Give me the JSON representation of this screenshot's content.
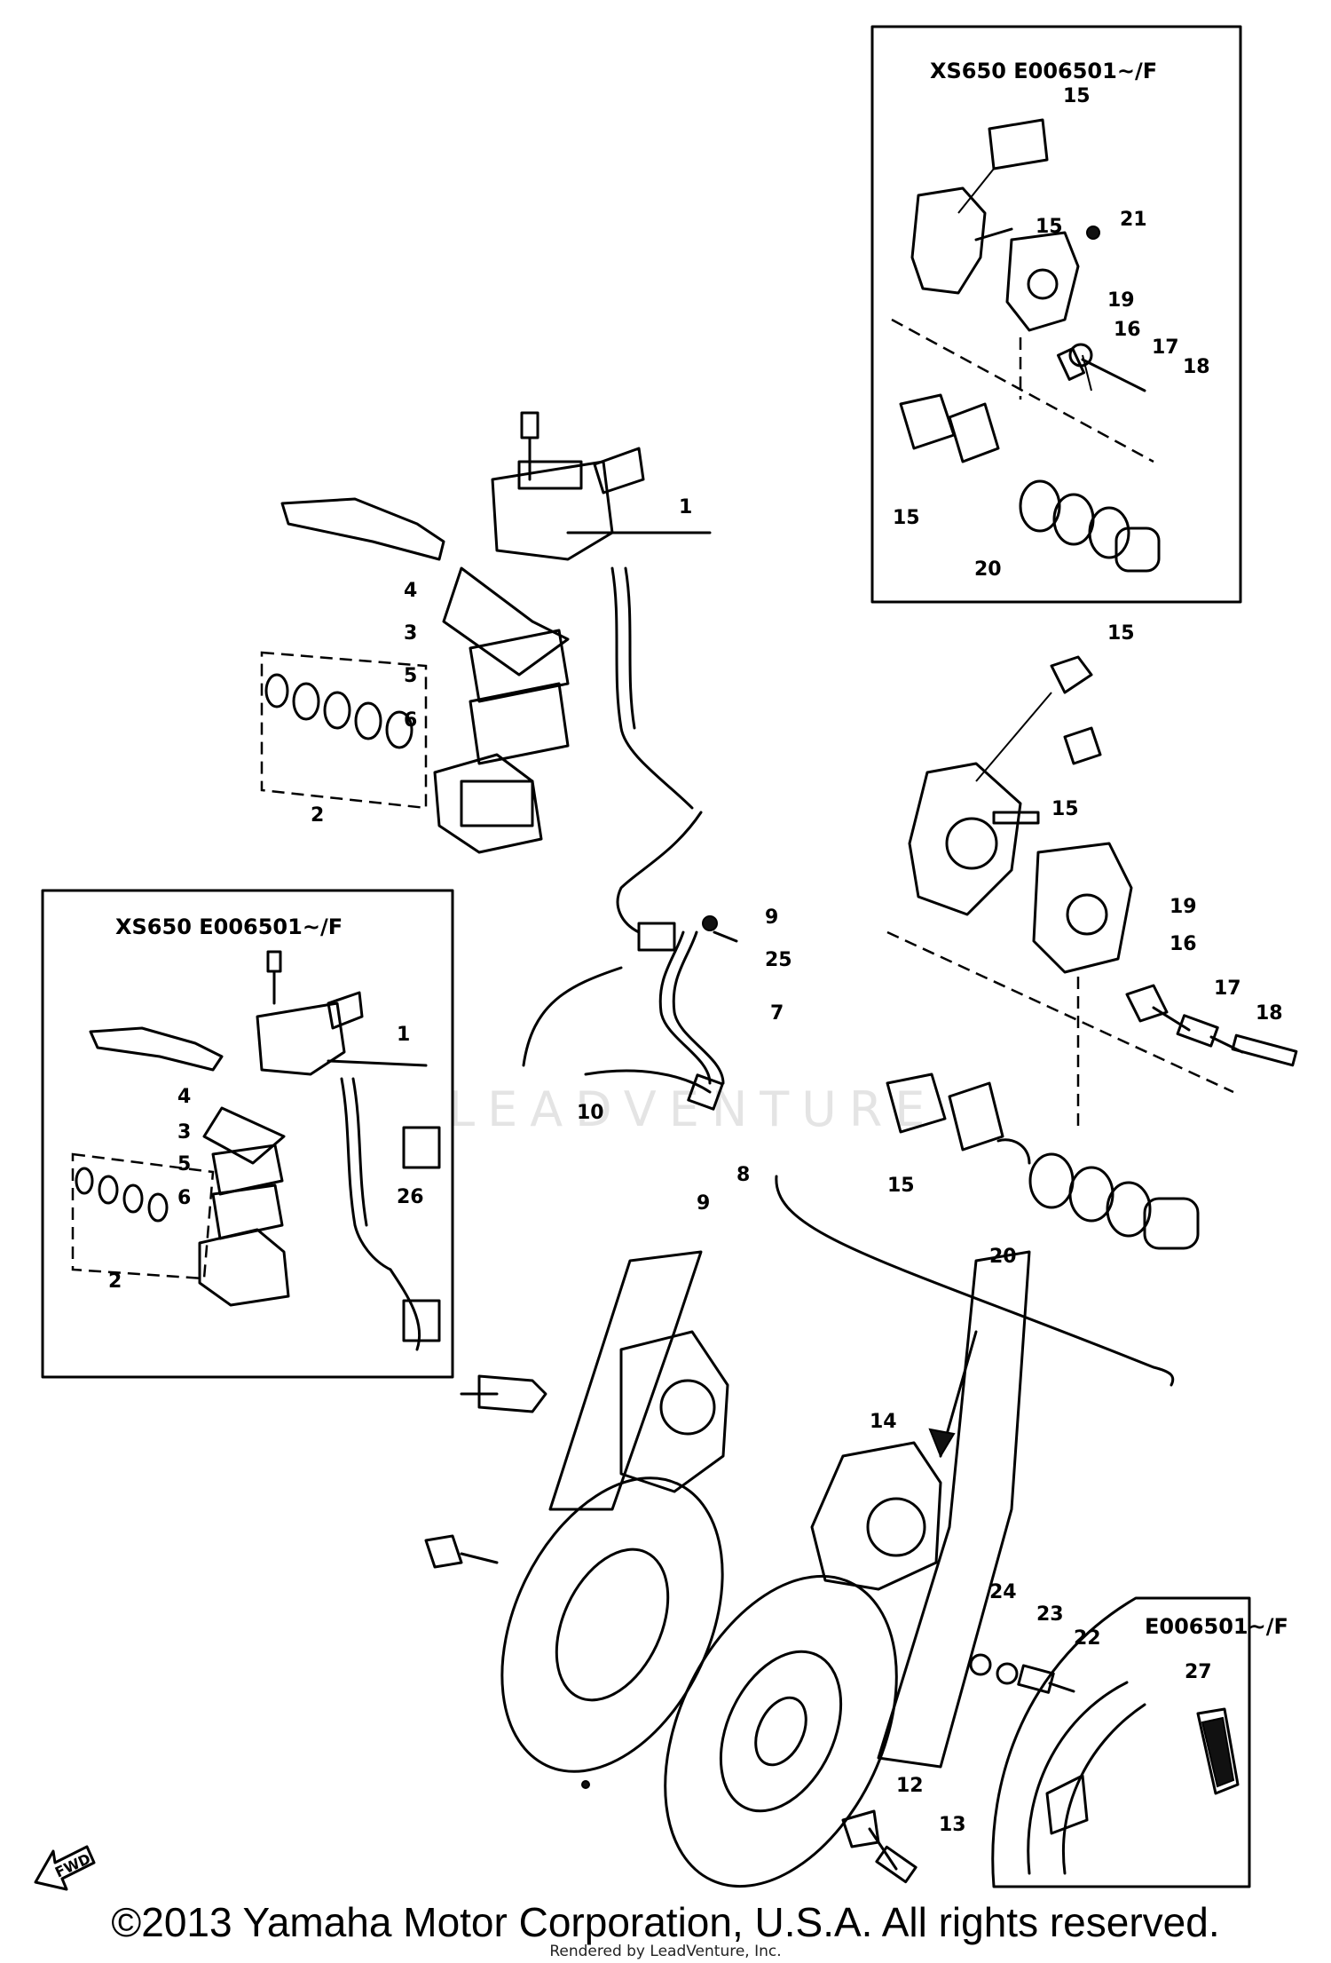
{
  "watermark": "LEADVENTURE",
  "insets": {
    "top_right_title": "XS650 E006501~/F",
    "left_title": "XS650 E006501~/F",
    "bottom_right_title": "E006501~/F"
  },
  "fwd_label": "FWD",
  "parts": {
    "p1": "1",
    "p2": "2",
    "p3": "3",
    "p4": "4",
    "p5": "5",
    "p6": "6",
    "p7": "7",
    "p8": "8",
    "p9": "9",
    "p10": "10",
    "p12": "12",
    "p13": "13",
    "p14": "14",
    "p15": "15",
    "p16": "16",
    "p17": "17",
    "p18": "18",
    "p19": "19",
    "p20": "20",
    "p21": "21",
    "p22": "22",
    "p23": "23",
    "p24": "24",
    "p25": "25",
    "p26": "26",
    "p27": "27"
  },
  "footer": {
    "copyright": "©2013 Yamaha Motor Corporation, U.S.A. All rights reserved.",
    "rendered_by": "Rendered by LeadVenture, Inc."
  }
}
